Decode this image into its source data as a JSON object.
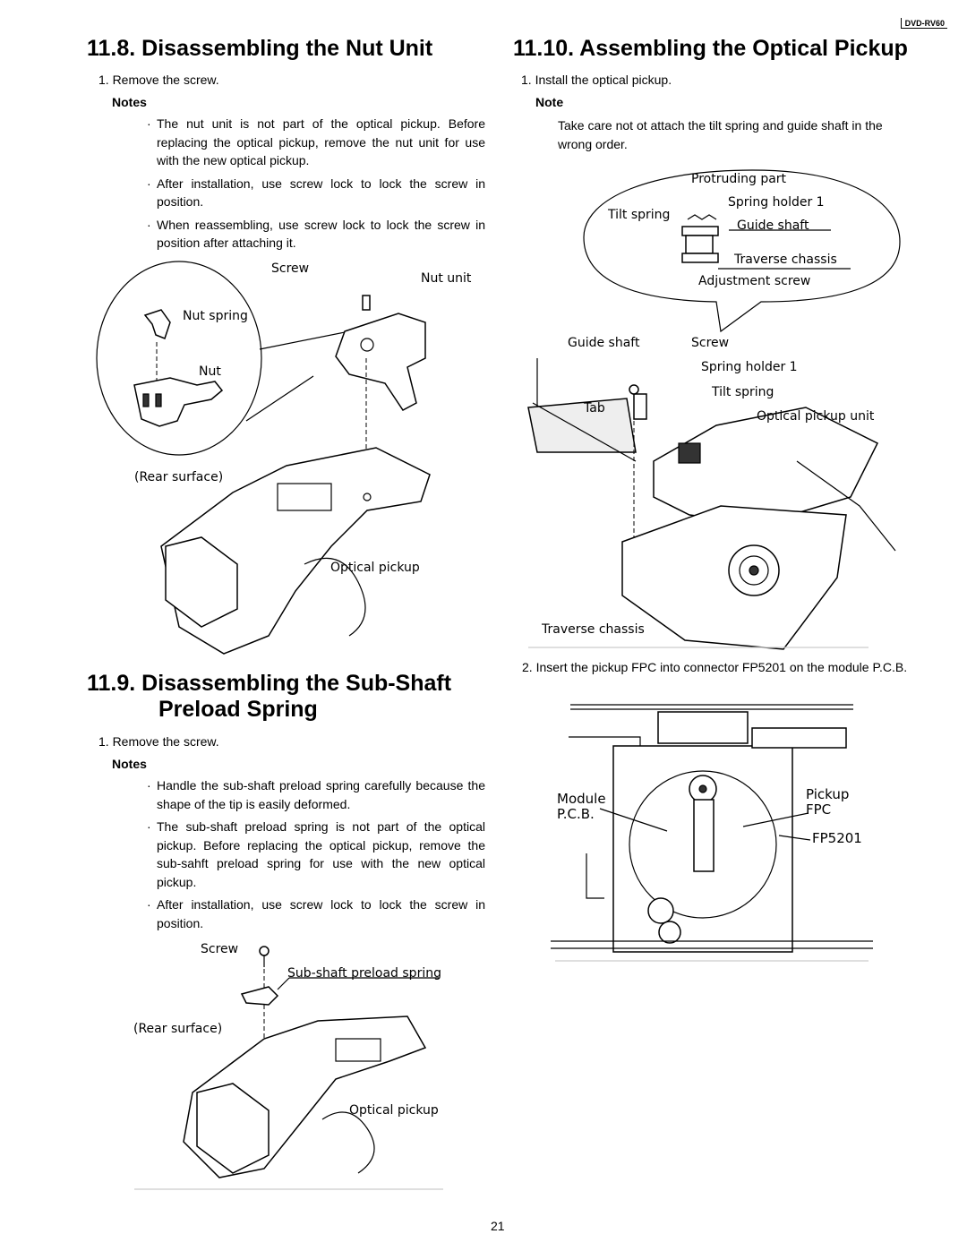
{
  "header": {
    "model": "DVD-RV60"
  },
  "section_118": {
    "title": "11.8.  Disassembling the Nut Unit",
    "step1": "1. Remove the screw.",
    "notes_heading": "Notes",
    "bullets": [
      "The nut unit is not part of the optical pickup. Before replacing the optical pickup, remove the nut unit for use with the new optical pickup.",
      "After installation, use screw lock to lock the screw in position.",
      "When reassembling, use screw lock to lock the screw in position after attaching it."
    ],
    "figure_labels": {
      "screw": "Screw",
      "nut_unit": "Nut unit",
      "nut_spring": "Nut spring",
      "nut": "Nut",
      "rear_surface": "(Rear surface)",
      "optical_pickup": "Optical pickup"
    }
  },
  "section_119": {
    "title_line1": "11.9.  Disassembling the Sub-Shaft",
    "title_line2": "Preload Spring",
    "step1": "1. Remove the screw.",
    "notes_heading": "Notes",
    "bullets": [
      "Handle the sub-shaft preload spring carefully because the shape of the tip is easily deformed.",
      "The sub-shaft preload spring is not part of the optical pickup. Before replacing the optical pickup, remove the sub-sahft preload spring for use with the new optical pickup.",
      "After installation, use screw lock to lock the screw in position."
    ],
    "figure_labels": {
      "screw": "Screw",
      "sub_shaft_spring": "Sub-shaft preload spring",
      "rear_surface": "(Rear surface)",
      "optical_pickup": "Optical pickup"
    }
  },
  "section_1110": {
    "title": "11.10. Assembling the Optical Pickup",
    "step1": "1. Install the optical pickup.",
    "note_heading": "Note",
    "note_text": "Take care not ot attach the tilt spring and guide shaft in the wrong order.",
    "figure1_labels": {
      "protruding_part": "Protruding part",
      "spring_holder_1": "Spring holder 1",
      "tilt_spring": "Tilt spring",
      "guide_shaft": "Guide shaft",
      "traverse_chassis": "Traverse chassis",
      "adjustment_screw": "Adjustment screw",
      "guide_shaft_2": "Guide shaft",
      "screw": "Screw",
      "spring_holder_1b": "Spring holder 1",
      "tilt_spring_2": "Tilt spring",
      "tab": "Tab",
      "optical_pickup_unit": "Optical pickup unit",
      "traverse_chassis_2": "Traverse chassis"
    },
    "step2": "2. Insert the pickup FPC into connector FP5201 on the module P.C.B.",
    "figure2_labels": {
      "module_pcb_1": "Module",
      "module_pcb_2": "P.C.B.",
      "pickup_fpc_1": "Pickup",
      "pickup_fpc_2": "FPC",
      "fp5201": "FP5201"
    }
  },
  "footer": {
    "page_number": "21"
  }
}
